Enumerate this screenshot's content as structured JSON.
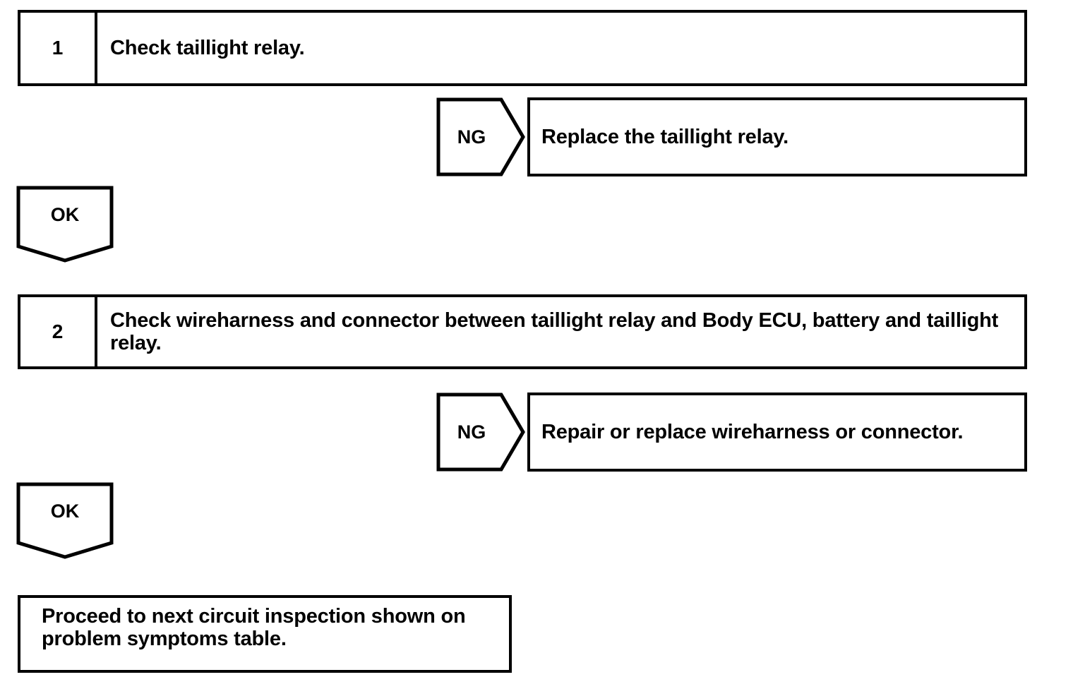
{
  "diagram": {
    "type": "troubleshooting-flowchart",
    "steps": [
      {
        "number": "1",
        "text": "Check taillight relay.",
        "ng_label": "NG",
        "ng_action": "Replace the taillight relay.",
        "ok_label": "OK"
      },
      {
        "number": "2",
        "text": "Check wireharness and connector between taillight relay and Body ECU, battery and taillight relay.",
        "ng_label": "NG",
        "ng_action": "Repair or replace wireharness or connector.",
        "ok_label": "OK"
      }
    ],
    "final": {
      "text": "Proceed to next circuit inspection shown on problem symptoms table."
    },
    "colors": {
      "stroke": "#000000",
      "background": "#ffffff",
      "text": "#000000"
    }
  }
}
